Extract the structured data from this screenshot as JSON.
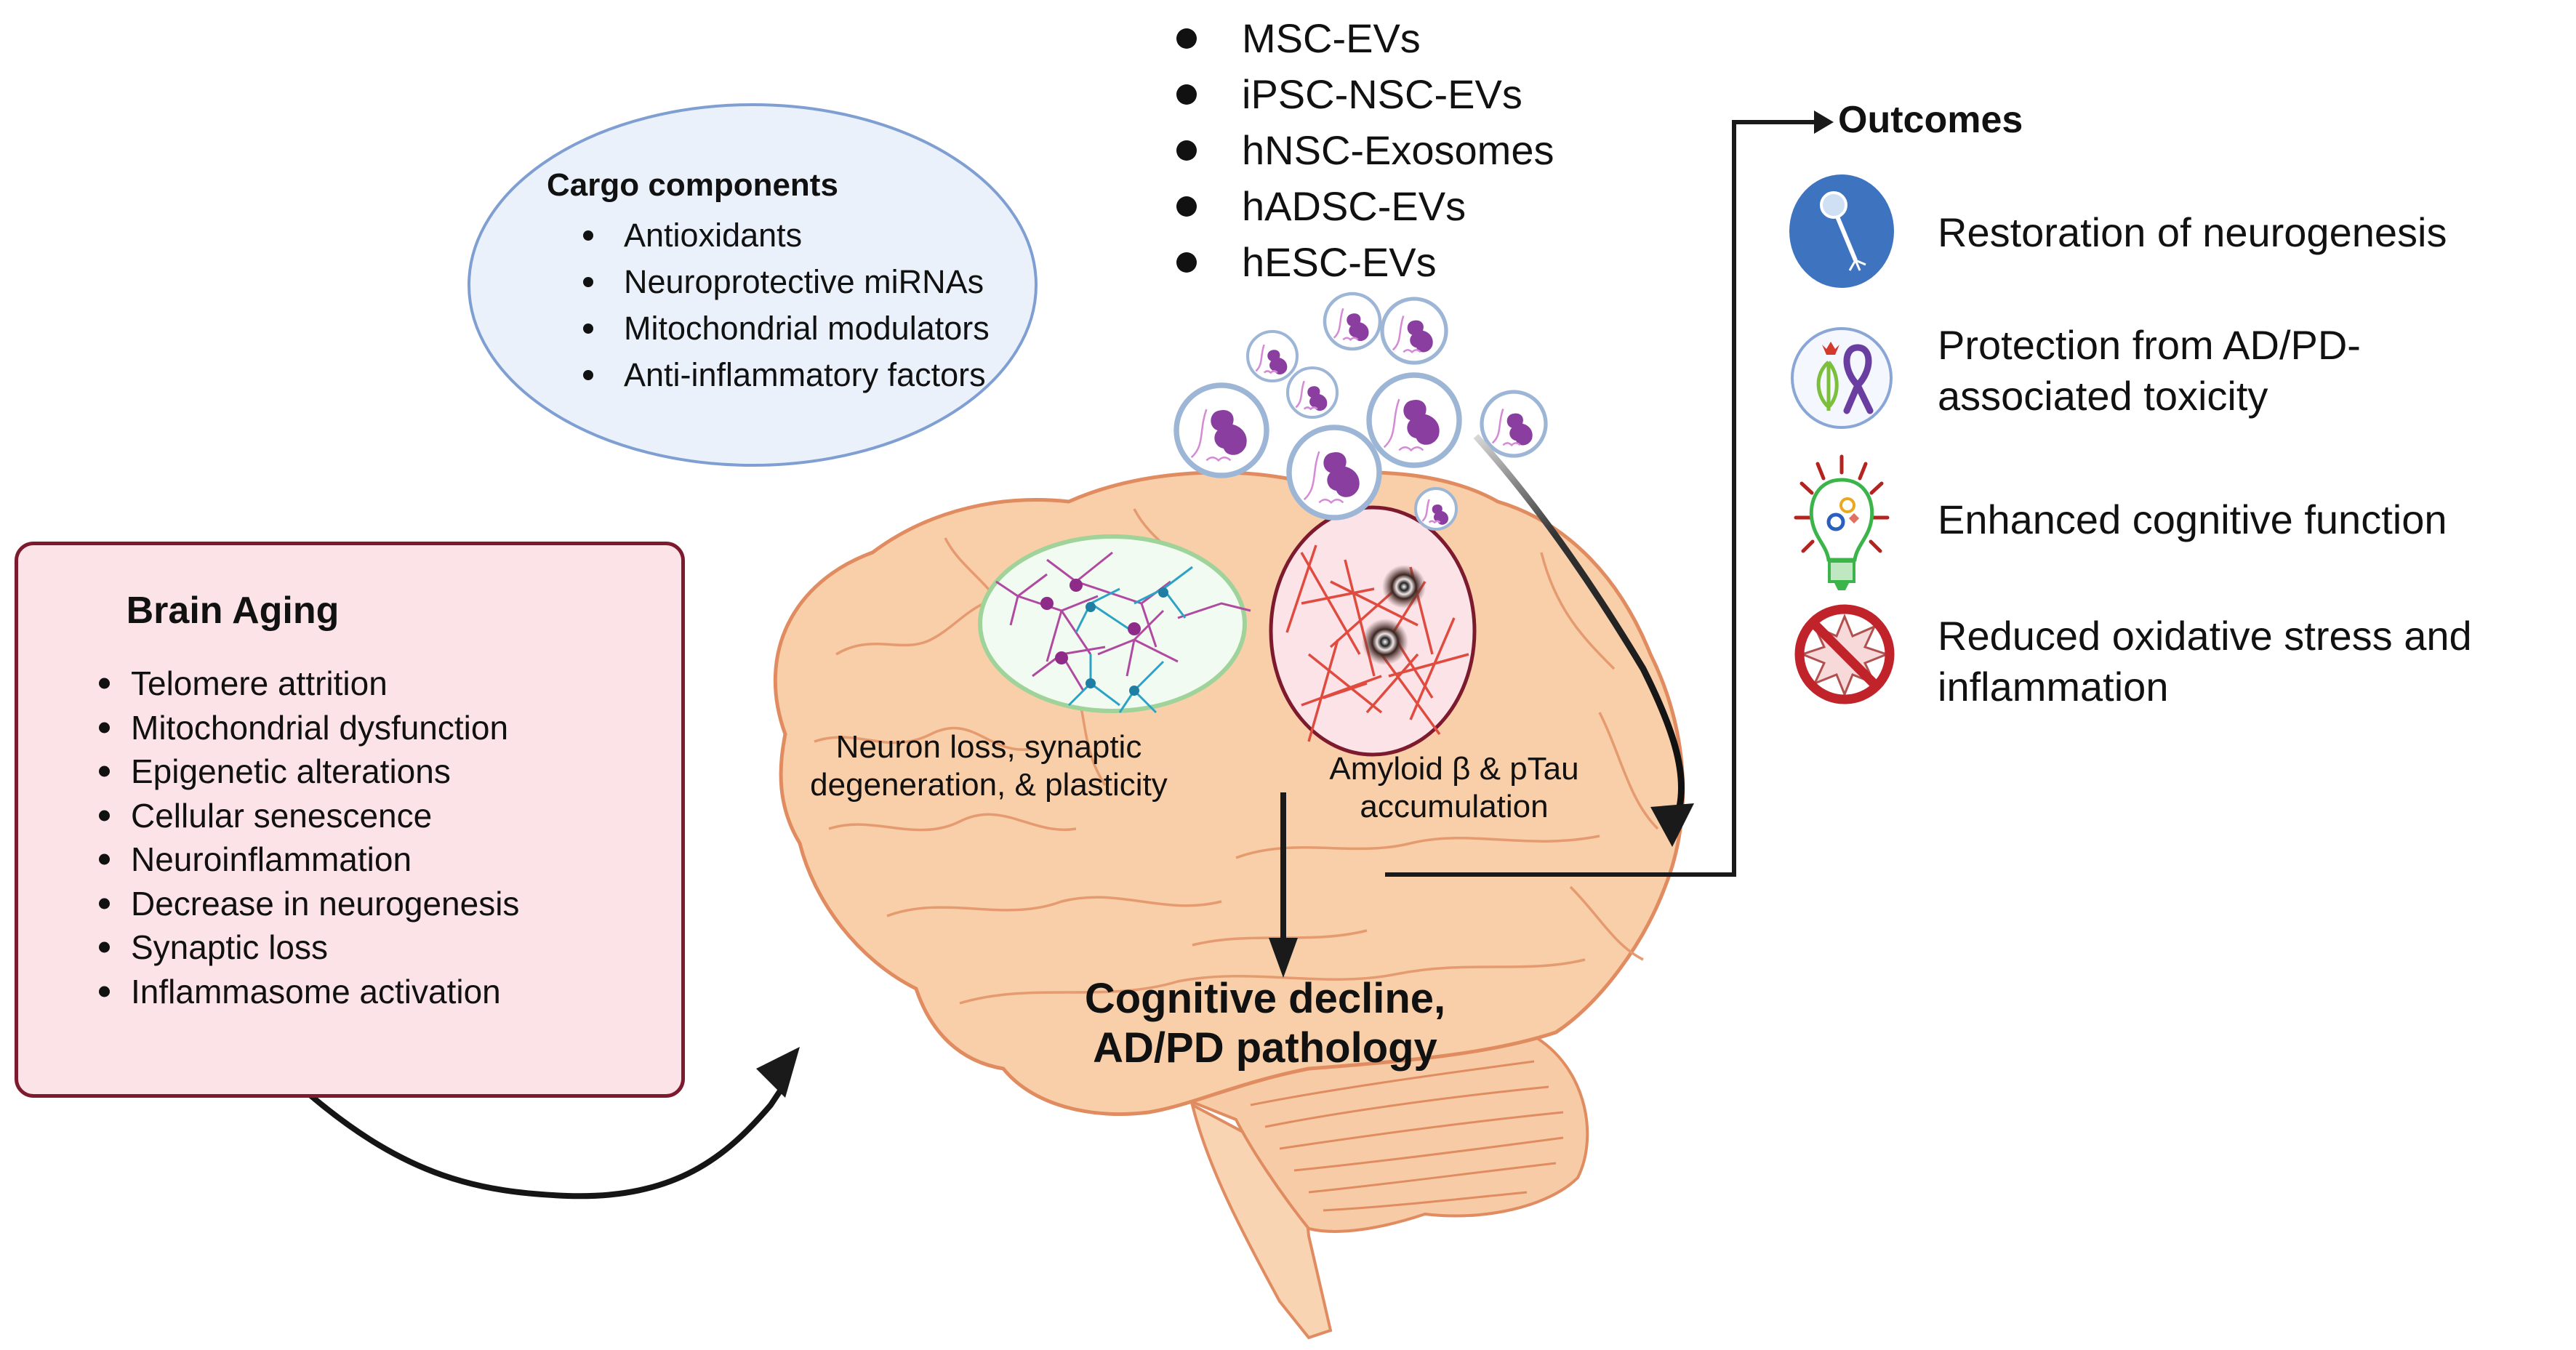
{
  "brain_aging": {
    "title": "Brain Aging",
    "items": [
      "Telomere attrition",
      "Mitochondrial dysfunction",
      "Epigenetic alterations",
      "Cellular senescence",
      "Neuroinflammation",
      "Decrease in neurogenesis",
      "Synaptic loss",
      "Inflammasome activation"
    ]
  },
  "cargo": {
    "title": "Cargo components",
    "items": [
      "Antioxidants",
      "Neuroprotective miRNAs",
      "Mitochondrial modulators",
      "Anti-inflammatory factors"
    ]
  },
  "ev_sources": {
    "items": [
      "MSC-EVs",
      "iPSC-NSC-EVs",
      "hNSC-Exosomes",
      "hADSC-EVs",
      "hESC-EVs"
    ]
  },
  "brain": {
    "label_neuron": "Neuron loss, synaptic degeneration, & plasticity",
    "label_amyloid": "Amyloid β & pTau accumulation",
    "label_outcome_line1": "Cognitive decline,",
    "label_outcome_line2": "AD/PD pathology"
  },
  "outcomes": {
    "title": "Outcomes",
    "items": [
      {
        "icon": "neural-stem-cell-icon",
        "text": "Restoration of neurogenesis"
      },
      {
        "icon": "ad-pd-ribbon-icon",
        "text": "Protection from AD/PD-associated toxicity"
      },
      {
        "icon": "lightbulb-gears-icon",
        "text": "Enhanced cognitive function"
      },
      {
        "icon": "no-ros-icon",
        "text": "Reduced oxidative stress and inflammation"
      }
    ]
  },
  "colors": {
    "aging_box_fill": "#fbe3e8",
    "aging_box_border": "#7d1a2e",
    "cargo_fill": "#eaf1fb",
    "cargo_border": "#7f9fd3",
    "brain_fill": "#f9cfa9",
    "brain_outline": "#e08c60",
    "neuron_inset_border": "#9fd39a",
    "amyloid_inset_border": "#7d1a2e",
    "outcome_blue": "#3d73bf",
    "no_sign_red": "#c0232a"
  }
}
